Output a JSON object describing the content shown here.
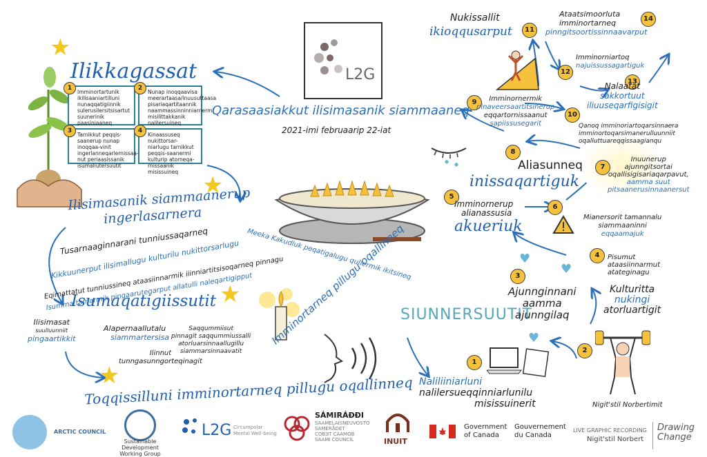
{
  "center": {
    "meeting_title": "Qarasaasiakkut ilisimasanik siammaaneq",
    "date": "2021-imi februaarip 22-iat",
    "lamp_caption": "Meeka Kakudluk peqatigalugu qullermik ikitsineq",
    "l2g_logo": "L2G"
  },
  "ilikkagassat": {
    "title": "Ilikkagassat",
    "boxes": [
      {
        "num": "1",
        "text": "Imminortartunik ikilisaaniartilluni nunaqqatigiinnik sulerusilersitsisartut suunerinik paasiniaaneq"
      },
      {
        "num": "2",
        "text": "Nunap inoqqaavisa meerartaasa/inuusuttaasa pisariaqartitaannik naammassinninniarnermi misilittakkanik nalilersuineq"
      },
      {
        "num": "3",
        "text": "Tarnikkut peqqis-saanerup nunap inoqqaa-vinit ingerlanneqarlernissaa-nut periaasissanik isumaliutersuutit"
      },
      {
        "num": "4",
        "text": "Kinaassuseq nukittorsar-niarlugu tarnikkut peqqis-saanermi kulturip atorneqa-rnissaanik misissuineq"
      }
    ]
  },
  "ingerlasarnera": {
    "title_line1": "Ilisimasanik siammaanerup",
    "title_line2": "ingerlasarnera",
    "lines": [
      "Tusarnaaginnarani tunniussaqarneq",
      "Kikkuunerput ilisimallugu kulturilu nukittorsarlugu",
      "Eqimattatut tunniussineq ataasiinnarmik iiinniartitsisoqarneq pinnagu",
      "Isumma tamarmik pingaaruteqarput allatulli naleqartigipput"
    ]
  },
  "isumaqatigiissutit": {
    "title": "Isumaqatigiissutit",
    "item1_line1": "Ilisimasat",
    "item1_line2": "suulluunniit",
    "item1_line3": "pingaartikkit",
    "item2_line1": "Alapernaallutalu",
    "item2_line2": "siammartersisa",
    "item3_line1": "Saqqummiisut",
    "item3_line2": "pinnagit saqqummiussalli",
    "item3_line3": "atorluarsinnaallugillu",
    "item3_line4": "siammarsinnaavatit",
    "item4_line1": "Ilinnut",
    "item4_line2": "tunngasunngorteqinagit"
  },
  "speaker_caption": "Imminortarneq pillugu oqallinneq",
  "bottom_title": "Toqqissilluni imminortarneq pillugu oqallinneq",
  "siunnersuutit": {
    "title": "SIUNNERSUUTIT",
    "step1_num": "1",
    "step1_line1": "Naliliiniarluni",
    "step1_line2": "nalilersueqqinniarlunilu",
    "step1_line3": "misissuinerit",
    "step2_num": "2",
    "step2_line1": "Kulturitta",
    "step2_line2": "nukingi",
    "step2_line3": "atorluartigit",
    "step3_num": "3",
    "step3_line1": "Ajunnginnani",
    "step3_line2": "aamma",
    "step3_line3": "ajunngilaq",
    "step4_num": "4",
    "step4_line1": "Pisumut",
    "step4_line2": "ataasiinnarmut",
    "step4_line3": "atateginagu",
    "step5_num": "5",
    "step5_line1": "Imminornerup",
    "step5_line2": "alianassusia",
    "step5_line3": "akueriuk",
    "step6_num": "6",
    "step6_line1": "Mianersorit tamannalu",
    "step6_line2": "siammaaninni",
    "step6_line3": "eqqaamajuk",
    "step7_num": "7",
    "step7_line1": "Inuunerup",
    "step7_line2": "ajunngitsortai",
    "step7_line3": "oqallisigisariaqarpavut,",
    "step7_line4": "aamma suut",
    "step7_line5": "pitsaanerusinnaanersut",
    "step8_num": "8",
    "step8_line1": "Aliasunneq",
    "step8_line2": "inissaqartiguk",
    "step9_num": "9",
    "step9_line1": "Imminornermik",
    "step9_line2": "pinaveersaartitsinerup",
    "step9_line3": "eqqartornissaanut",
    "step9_line4": "sapiissusegarit",
    "step10_num": "10",
    "step10_line1": "Qanoq imminoriartoqarsinnaera",
    "step10_line2": "imminortoqarsimanerulluunniit",
    "step10_line3": "oqalluttuareqqissaagianqu",
    "step11_num": "11",
    "step11_line1": "Nukissallit",
    "step11_line2": "ikioqqusarput",
    "step12_num": "12",
    "step12_line1": "Imminorniartoq",
    "step12_line2": "najuissussagartiguk",
    "step13_num": "13",
    "step13_line1": "Nalaatat",
    "step13_line2": "sakkortuut",
    "step13_line3": "iliuuseqarfigisigit",
    "step14_num": "14",
    "step14_line1": "Ataatsimoorluta",
    "step14_line2": "imminortarneq",
    "step14_line3": "pinngitsoortissinnaavarput"
  },
  "person_caption": "Nigit'stil Norbertimit",
  "footer": {
    "arctic_council": "ARCTIC COUNCIL",
    "sdwg_line1": "Sustainable Development",
    "sdwg_line2": "Working Group",
    "l2g": "L2G",
    "l2g_sub1": "Circumpolar",
    "l2g_sub2": "Mental Well-being",
    "sami_title": "SÁMIRÁÐÐI",
    "sami_l2": "SAAMELAISNEUVOSTO",
    "sami_l3": "SAMERÅDET",
    "sami_l4": "СОВЭТ СААМОВ",
    "sami_l5": "SAAMI COUNCIL",
    "inuit": "INUIT",
    "gov_en_1": "Government",
    "gov_en_2": "of Canada",
    "gov_fr_1": "Gouvernement",
    "gov_fr_2": "du Canada",
    "recording_1": "LIVE GRAPHIC RECORDING",
    "recording_2": "Nigit'stil Norbert",
    "drawing_1": "Drawing",
    "drawing_2": "Change"
  }
}
